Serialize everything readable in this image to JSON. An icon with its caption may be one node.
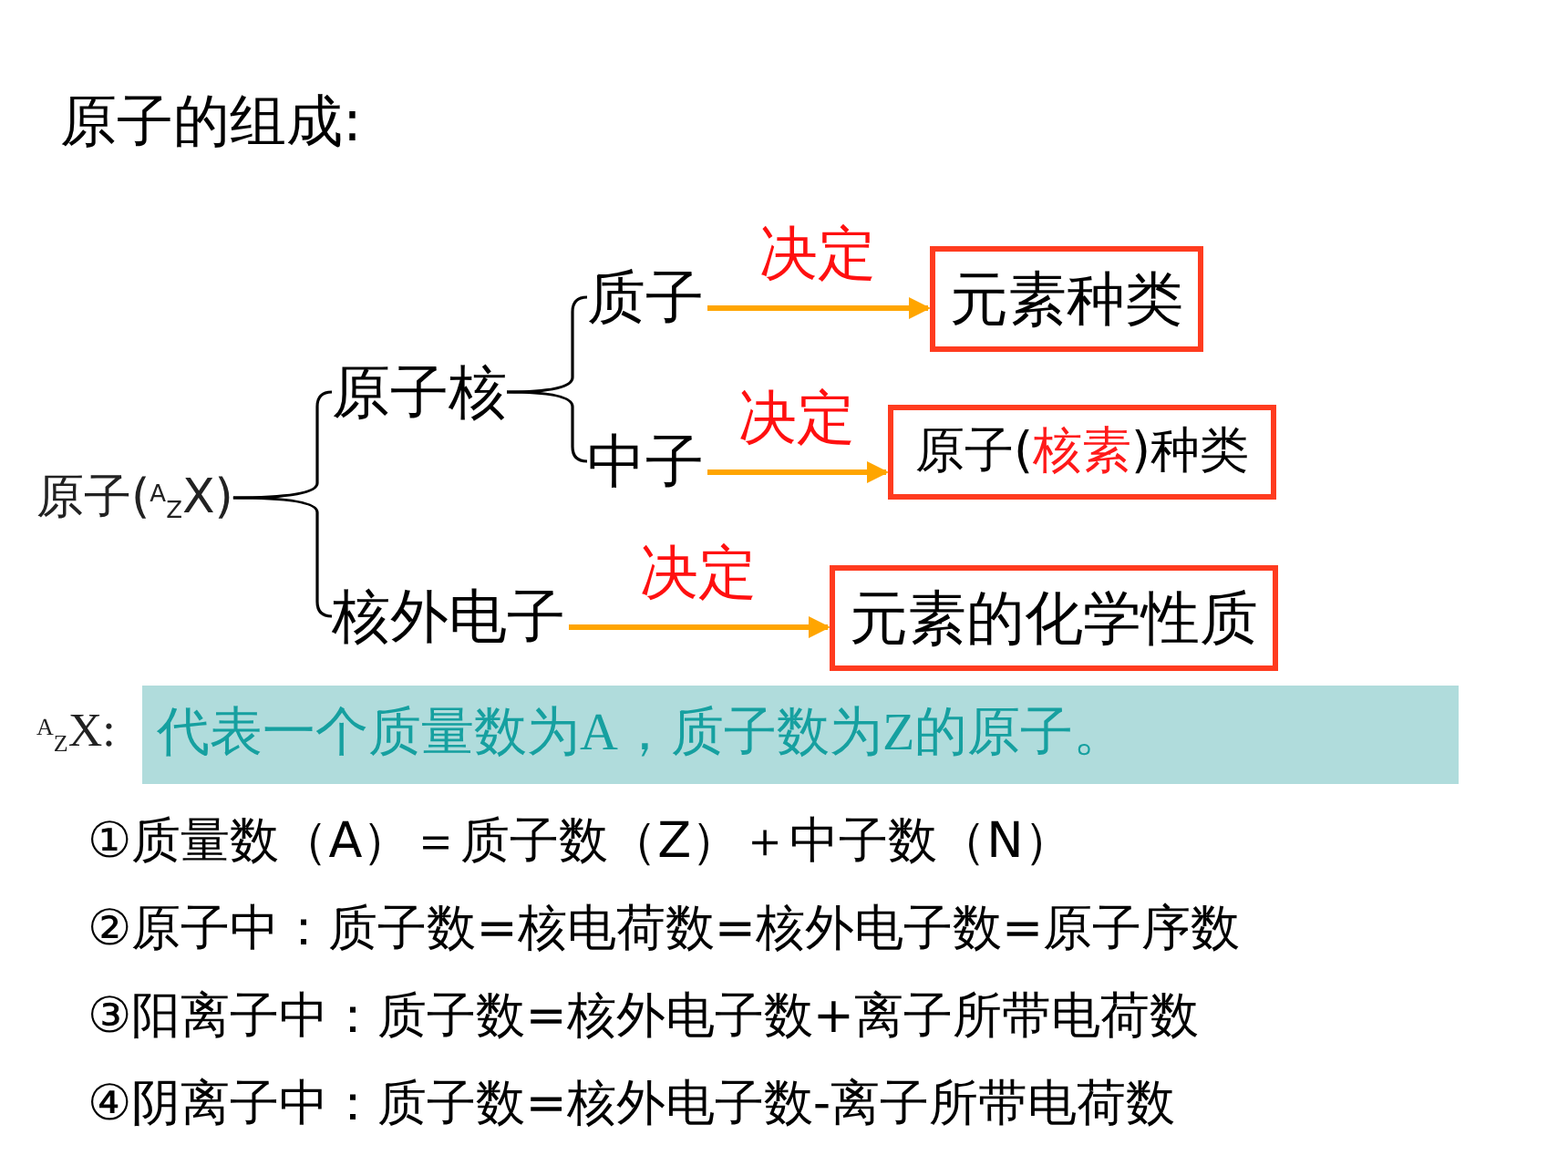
{
  "diagram": {
    "title": "原子的组成:",
    "nodes": [
      {
        "text": [
          "原子($^{A}$$_{Z}$X)"
        ]
      },
      {
        "text": [
          "原子核"
        ]
      },
      {
        "text": [
          "质子"
        ]
      },
      {
        "text": [
          "中子"
        ]
      },
      {
        "text": [
          "核外电子"
        ]
      },
      {
        "text": [
          "元素种类"
        ]
      },
      {
        "text": [
          "原子(**核素**)种类"
        ]
      },
      {
        "text": [
          "元素的化学性质"
        ]
      },
      {
        "text": [
          "代表一个质量数为A，质子数为Z的原子。"
        ],
        "beside": [
          "$^{A}$$_{Z}$X:"
        ]
      }
    ],
    "edges": [
      {
        "from": 0,
        "to": 1,
        "arrow": "none"
      },
      {
        "from": 0,
        "to": 4,
        "arrow": "none"
      },
      {
        "from": 1,
        "to": 2,
        "arrow": "none"
      },
      {
        "from": 1,
        "to": 3,
        "arrow": "none"
      },
      {
        "from": 2,
        "to": 5,
        "arrow": "to",
        "label": "决定",
        "color": "#ffa500"
      },
      {
        "from": 3,
        "to": 6,
        "arrow": "to",
        "label": "决定",
        "color": "#ffa500"
      },
      {
        "from": 4,
        "to": 7,
        "arrow": "to",
        "label": "决定",
        "color": "#ffa500"
      }
    ],
    "labels": [
      "①质量数（A）＝质子数（Z）＋中子数（N）",
      "②原子中：质子数=核电荷数=核外电子数=原子序数",
      "③阳离子中：质子数=核外电子数+离子所带电荷数",
      "④阴离子中：质子数=核外电子数-离子所带电荷数"
    ]
  }
}
